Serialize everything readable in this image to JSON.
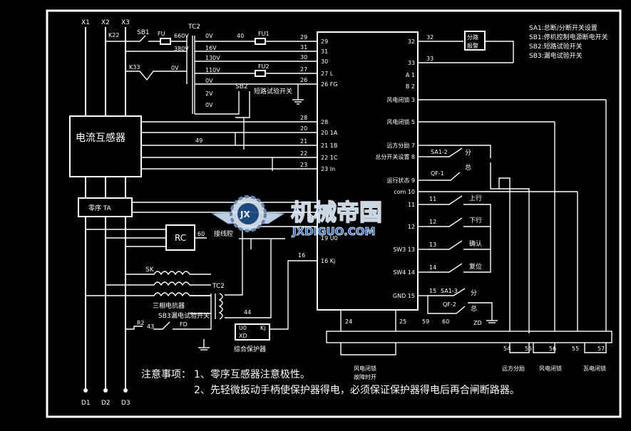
{
  "legend": [
    "SA1:总断/分断开关设置",
    "SB1:停机控制电源断电开关",
    "SB2:短路试验开关",
    "SB3:漏电试验开关"
  ],
  "bus": {
    "top": [
      "X1",
      "X2",
      "X3"
    ],
    "bottom": [
      "D1",
      "D2",
      "D3"
    ]
  },
  "components": {
    "ct": "电流互感器",
    "zct": "零序 TA",
    "rc": "RC",
    "ground_term": "接线腔",
    "sk": "SK",
    "reactor": "三相电抗器",
    "protector_a": "U0",
    "protector_b": "XD",
    "protector_c": "Kj",
    "protector_label": "综合保护器",
    "tc2_top": "TC2",
    "tc2_bottom": "TC2",
    "sb1": "SB1",
    "sb2": "SB2",
    "sb2_label": "短路试验开关",
    "sb3": "SB3",
    "sb3_label": "漏电试验开关",
    "fu": "FU",
    "fu1": "FU1",
    "fu2": "FU2",
    "fd": "FD",
    "k22": "K22",
    "k33": "K33",
    "r2": "R2",
    "n43": "43",
    "zd": "ZD",
    "branch": [
      "分路",
      "报警"
    ],
    "n49": "49",
    "n60": "60",
    "n44": "44",
    "n16": "16",
    "tc2_taps": [
      "660V",
      "380V",
      "0V",
      "0V",
      "16V",
      "130V",
      "110V",
      "0V",
      "2V",
      "0V"
    ]
  },
  "wire_numbers": [
    "40",
    "29",
    "31",
    "30",
    "27",
    "26",
    "28",
    "20",
    "21",
    "22",
    "23",
    "32",
    "33"
  ],
  "module": {
    "left_pins": [
      "29",
      "31",
      "30",
      "27 L",
      "26 FG",
      "28",
      "20 1A",
      "21 1B",
      "22 1C",
      "23 In",
      "19 U0",
      "16 Kj"
    ],
    "right_pins": [
      "32",
      "33",
      "A 1",
      "B 2",
      "风电闭锁 3",
      "风电闭锁 5",
      "远方分励 7",
      "总分开关设置 8",
      "运行状态 9",
      "com 10",
      "11",
      "12",
      "SW3 13",
      "SW4 14",
      "GND 15"
    ],
    "bottom_pins": [
      "24",
      "25",
      "59",
      "60"
    ]
  },
  "switches": {
    "sa1_2": "SA1-2",
    "sa1_3": "SA1-3",
    "qf1": "QF-1",
    "qf2": "QF-2",
    "fen": "分",
    "zong": "总",
    "shangxing": "上行",
    "xiaxing": "下行",
    "queren": "确认",
    "fuwei": "复位",
    "term_nums": [
      "11",
      "12",
      "13",
      "14",
      "15"
    ]
  },
  "terminals": {
    "numbers": [
      "24",
      "25",
      "54",
      "55",
      "56",
      "55",
      "57"
    ],
    "captions": [
      [
        "风电闭锁",
        "故障时开"
      ],
      [
        "远方分励"
      ],
      [
        "风电闭锁"
      ],
      [
        "瓦电闭锁"
      ]
    ]
  },
  "notes": {
    "prefix": "注意事项：",
    "items": [
      "1、零序互感器注意极性。",
      "2、先轻微扳动手柄使保护器得电，必须保证保护器得电后再合闸断路器。"
    ]
  },
  "watermark": {
    "name": "机械帝国",
    "url": "JXDIGUO.COM",
    "emblem": "JX"
  }
}
